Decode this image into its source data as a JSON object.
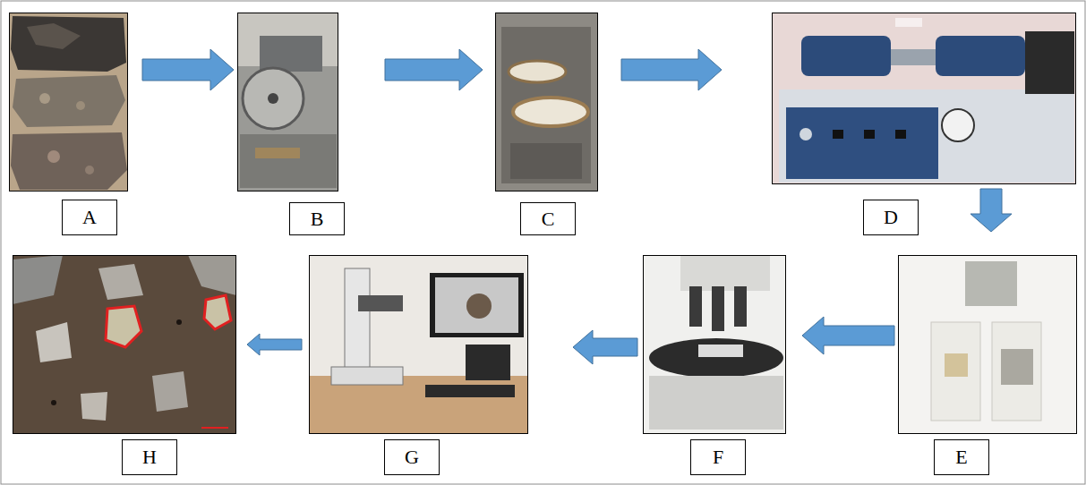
{
  "diagram": {
    "nodes": [
      {
        "text": [
          "A"
        ]
      },
      {
        "text": [
          "B"
        ]
      },
      {
        "text": [
          "C"
        ]
      },
      {
        "text": [
          "D"
        ]
      },
      {
        "text": [
          "E"
        ]
      },
      {
        "text": [
          "F"
        ]
      },
      {
        "text": [
          "G"
        ]
      },
      {
        "text": [
          "H"
        ]
      }
    ],
    "edges": [
      {
        "from": 0,
        "to": 1,
        "arrow": "to"
      },
      {
        "from": 1,
        "to": 2,
        "arrow": "to"
      },
      {
        "from": 2,
        "to": 3,
        "arrow": "to"
      },
      {
        "from": 3,
        "to": 4,
        "arrow": "to"
      },
      {
        "from": 4,
        "to": 5,
        "arrow": "to"
      },
      {
        "from": 5,
        "to": 6,
        "arrow": "to"
      },
      {
        "from": 6,
        "to": 7,
        "arrow": "to"
      }
    ]
  }
}
